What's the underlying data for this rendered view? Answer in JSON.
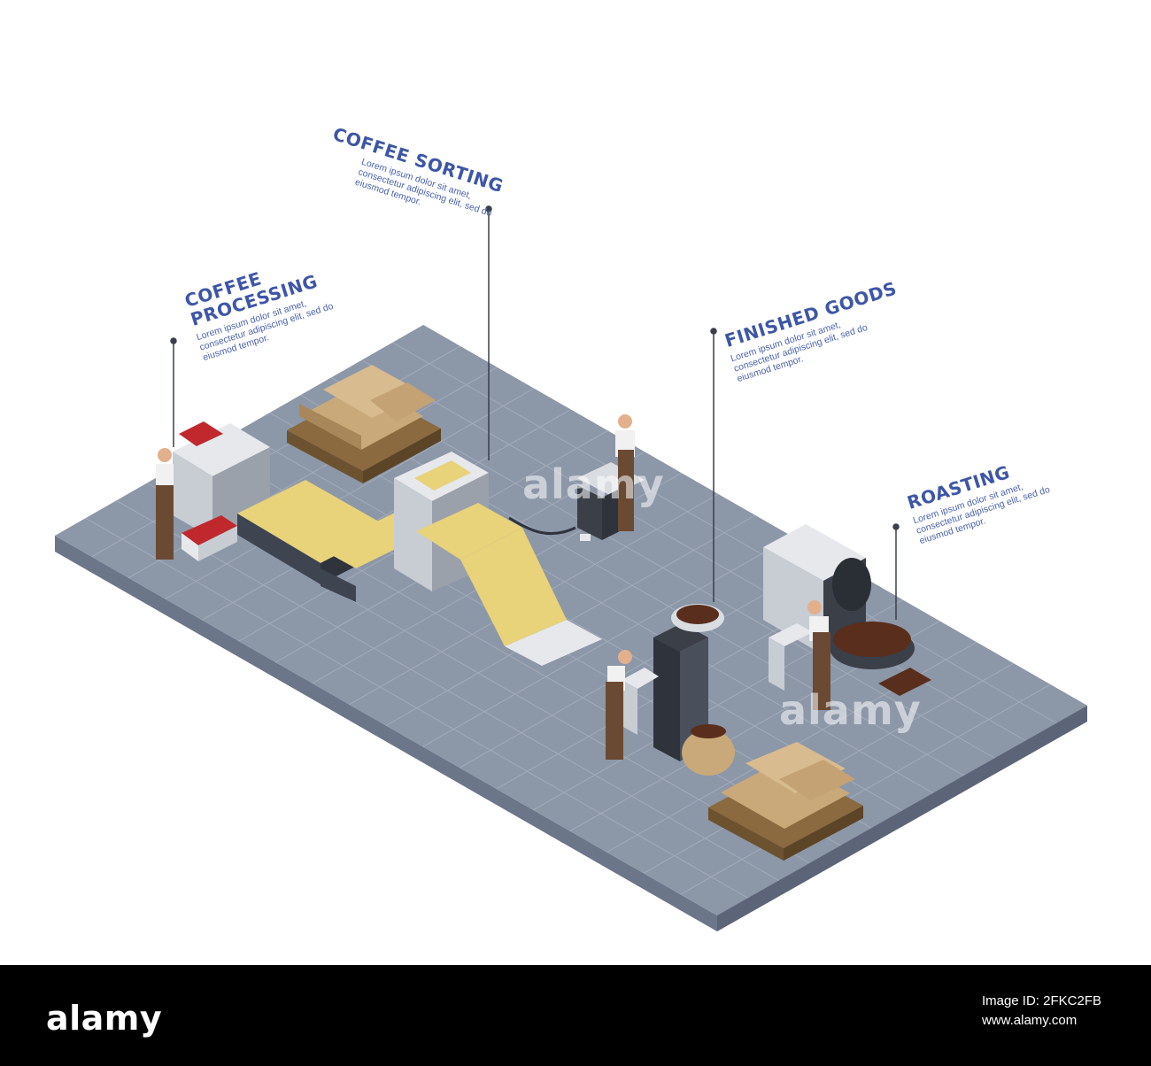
{
  "labels": {
    "processing": {
      "title_line1": "COFFEE",
      "title_line2": "PROCESSING",
      "desc_line1": "Lorem ipsum dolor sit amet,",
      "desc_line2": "consectetur adipiscing elit, sed do",
      "desc_line3": "eiusmod tempor."
    },
    "sorting": {
      "title": "COFFEE SORTING",
      "desc_line1": "Lorem ipsum dolor sit amet,",
      "desc_line2": "consectetur adipiscing elit, sed do",
      "desc_line3": "eiusmod tempor."
    },
    "finished": {
      "title": "FINISHED GOODS",
      "desc_line1": "Lorem ipsum dolor sit amet,",
      "desc_line2": "consectetur adipiscing elit, sed do",
      "desc_line3": "eiusmod tempor."
    },
    "roasting": {
      "title": "ROASTING",
      "desc_line1": "Lorem ipsum dolor sit amet,",
      "desc_line2": "consectetur adipiscing elit, sed do",
      "desc_line3": "eiusmod tempor."
    }
  },
  "watermark": {
    "text": "alamy"
  },
  "footer": {
    "brand": "alamy",
    "image_id_label": "Image ID: 2FKC2FB",
    "site": "www.alamy.com"
  },
  "colors": {
    "floor": "#8a95a6",
    "floor_side": "#5a6476",
    "label_blue": "#3d56a6",
    "beans_yellow": "#e8d27a",
    "sack": "#c9a97a",
    "roast": "#5a2e1c",
    "overalls": "#6b4a33"
  }
}
